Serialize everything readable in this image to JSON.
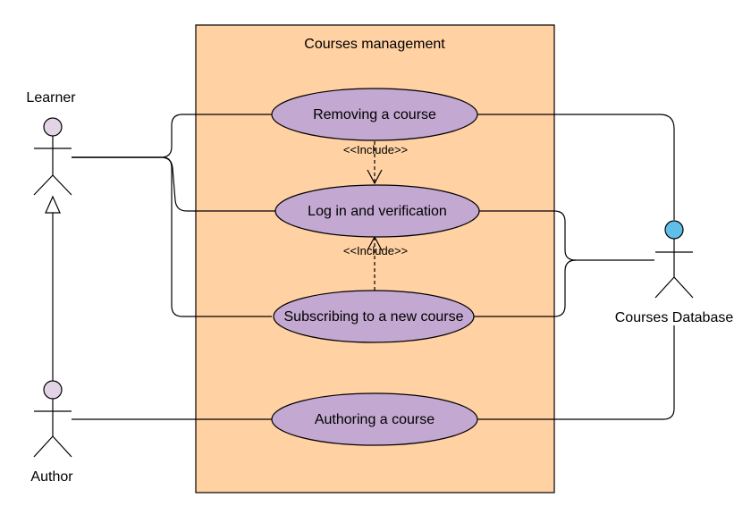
{
  "system": {
    "title": "Courses management",
    "fill": "#ffd1a3",
    "stroke": "#000000"
  },
  "actors": {
    "learner": {
      "label": "Learner",
      "head_color": "#e2d4e6"
    },
    "author": {
      "label": "Author",
      "head_color": "#e2d4e6"
    },
    "database": {
      "label": "Courses Database",
      "head_color": "#5fbfe8"
    }
  },
  "use_cases": {
    "removing": {
      "label": "Removing a course"
    },
    "login": {
      "label": "Log in and verification"
    },
    "subscribing": {
      "label": "Subscribing to a new course"
    },
    "authoring": {
      "label": "Authoring a course"
    },
    "fill": "#c3a8d1"
  },
  "relations": {
    "include_top": "<<Include>>",
    "include_bottom": "<<Include>>"
  }
}
